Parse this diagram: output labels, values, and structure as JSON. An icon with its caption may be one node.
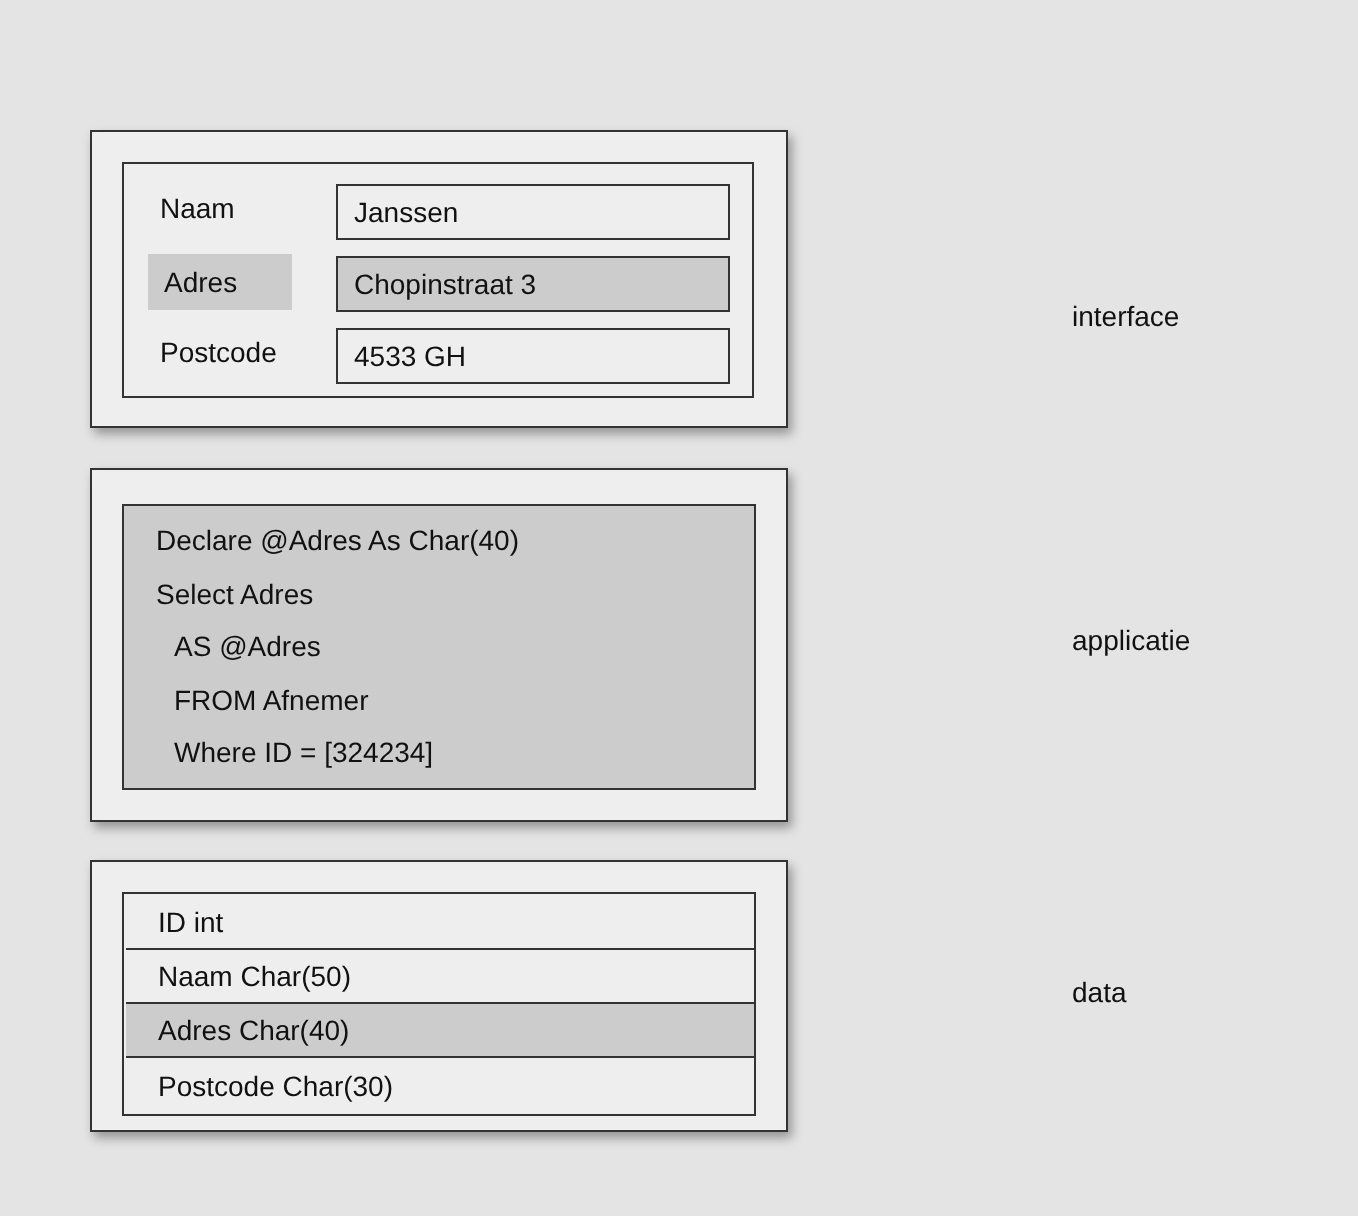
{
  "diagram": {
    "nodes": [
      {
        "text": [],
        "shape": "box"
      },
      {
        "text": [],
        "shape": "box",
        "in": 0
      },
      {
        "text": [
          "Janssen"
        ],
        "in": 1
      },
      {
        "text": [
          "Adres"
        ],
        "in": 1
      },
      {
        "text": [
          "Chopinstraat 3"
        ],
        "in": 1
      },
      {
        "text": [
          "4533 GH"
        ],
        "in": 1
      },
      {
        "text": [],
        "shape": "box"
      },
      {
        "text": [
          "Declare @Adres As Char(40)",
          "Select Adres",
          "AS @Adres",
          "FROM Afnemer",
          "Where ID = [324234]"
        ],
        "in": 6
      },
      {
        "text": [],
        "shape": "box"
      },
      {
        "text": [],
        "shape": "box",
        "in": 8
      },
      {
        "text": [
          "ID int"
        ],
        "in": 9
      },
      {
        "text": [
          "Naam Char(50)"
        ],
        "in": 9
      },
      {
        "text": [
          "Adres Char(40)"
        ],
        "in": 9
      },
      {
        "text": [
          "Postcode Char(30)"
        ],
        "in": 9
      }
    ],
    "labels": [
      "Naam",
      "interface",
      "Postcode",
      "applicatie",
      "data"
    ]
  }
}
